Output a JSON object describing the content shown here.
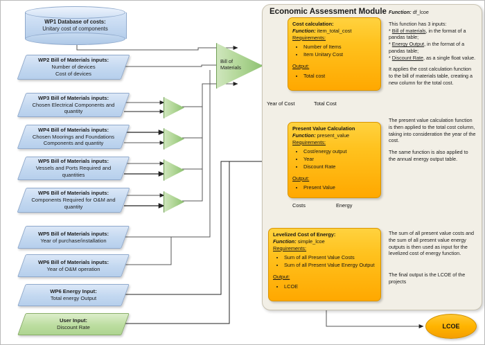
{
  "diagram": {
    "title": "Economic Assessment Module"
  },
  "inputs": [
    {
      "id": "wp1",
      "shape": "cylinder",
      "color": "blue",
      "title": "WP1 Database of costs:",
      "line2": "Unitary cost of components"
    },
    {
      "id": "wp2",
      "shape": "parallelogram",
      "color": "blue",
      "title": "WP2 Bill of Materials inputs:",
      "line2": "Number of devices",
      "line3": "Cost of devices"
    },
    {
      "id": "wp3",
      "shape": "parallelogram",
      "color": "blue",
      "title": "WP3 Bill of Materials inputs:",
      "line2": "Chosen Electrical Components and",
      "line3": "quantity"
    },
    {
      "id": "wp4",
      "shape": "parallelogram",
      "color": "blue",
      "title": "WP4 Bill of Materials inputs:",
      "line2": "Chosen Moorings and Foundations",
      "line3": "Components and quantity"
    },
    {
      "id": "wp5",
      "shape": "parallelogram",
      "color": "blue",
      "title": "WP5 Bill of Materials inputs:",
      "line2": "Vessels and Ports Required and quantities",
      "line3": ""
    },
    {
      "id": "wp6",
      "shape": "parallelogram",
      "color": "blue",
      "title": "WP6 Bill of Materials inputs:",
      "line2": "Components Required for O&M and",
      "line3": "quantity"
    },
    {
      "id": "wp5b",
      "shape": "parallelogram",
      "color": "blue",
      "title": "WP5 Bill of Materials inputs:",
      "line2": "Year of purchase/installation",
      "line3": ""
    },
    {
      "id": "wp6b",
      "shape": "parallelogram",
      "color": "blue",
      "title": "WP6 Bill of Materials inputs:",
      "line2": "Year of O&M operation",
      "line3": ""
    },
    {
      "id": "wp6e",
      "shape": "parallelogram",
      "color": "blue",
      "title": "WP6 Energy Input:",
      "line2": "Total energy Output",
      "line3": ""
    },
    {
      "id": "user",
      "shape": "parallelogram",
      "color": "green",
      "title": "User Input:",
      "line2": "Discount Rate",
      "line3": ""
    }
  ],
  "merge_nodes": [
    {
      "id": "bom",
      "label_line1": "Bill of",
      "label_line2": "Materials"
    },
    {
      "id": "m1",
      "label_line1": "",
      "label_line2": ""
    },
    {
      "id": "m2",
      "label_line1": "",
      "label_line2": ""
    },
    {
      "id": "m3",
      "label_line1": "",
      "label_line2": ""
    },
    {
      "id": "m4",
      "label_line1": "",
      "label_line2": ""
    }
  ],
  "process_boxes": [
    {
      "id": "cost-calculation",
      "title": "Cost calculation:",
      "function_label": "Function:",
      "function_name": "item_total_cost",
      "requirements_label": "Requirements:",
      "requirements": [
        "Number of Items",
        "Item Unitary Cost"
      ],
      "output_label": "Output:",
      "outputs": [
        "Total cost"
      ]
    },
    {
      "id": "present-value-calculation",
      "title": "Present Value Calculation",
      "function_label": "Function:",
      "function_name": "present_value",
      "requirements_label": "Requirements:",
      "requirements": [
        "Cost/energy output",
        "Year",
        "Discount Rate"
      ],
      "output_label": "Output:",
      "outputs": [
        "Present Value"
      ]
    },
    {
      "id": "levelized-cost-of-energy",
      "title": "Levelized Cost of Energy:",
      "function_label": "Function:",
      "function_name": "simple_lcoe",
      "requirements_label": "Requirements:",
      "requirements": [
        "Sum of all Present Value Costs",
        "Sum of all Present Value Energy Output"
      ],
      "output_label": "Output:",
      "outputs": [
        "LCOE"
      ]
    }
  ],
  "edge_labels": {
    "year_of_cost": "Year of Cost",
    "total_cost": "Total Cost",
    "costs": "Costs",
    "energy": "Energy"
  },
  "notes": [
    {
      "id": "note-1",
      "function_label": "Function:",
      "function_name": "df_lcoe",
      "intro": "This function has 3 inputs:",
      "bullets": [
        {
          "lead": "* ",
          "underline": "Bill of materials",
          "rest": ", in the format of a pandas table;"
        },
        {
          "lead": "* ",
          "underline": "Energy Output",
          "rest": ", in the format of a pandas table;"
        },
        {
          "lead": "* ",
          "underline": "Discount Rate",
          "rest": ", as a single float value."
        }
      ],
      "body": "It applies the cost calculation function to the bill of materials table, creating a new column for the total cost."
    },
    {
      "id": "note-2",
      "p1": "The present value calculation function is then applied to the total cost column, taking into consideration the year of the cost.",
      "p2": "The same function is also applied to the annual energy output table."
    },
    {
      "id": "note-3",
      "p1": "The sum of all present value costs and the sum of all present value energy outputs is then used as input for the levelized cost of energy function.",
      "p2": "The final output is the LCOE of the projects"
    }
  ],
  "final_output": {
    "label": "LCOE"
  },
  "colors": {
    "input_blue": "#c3d8f0",
    "input_green": "#bcdda0",
    "merge_green": "#8fc273",
    "process_orange": "#ffc21e",
    "module_bg": "#f2efe6",
    "wire": "#555555"
  }
}
